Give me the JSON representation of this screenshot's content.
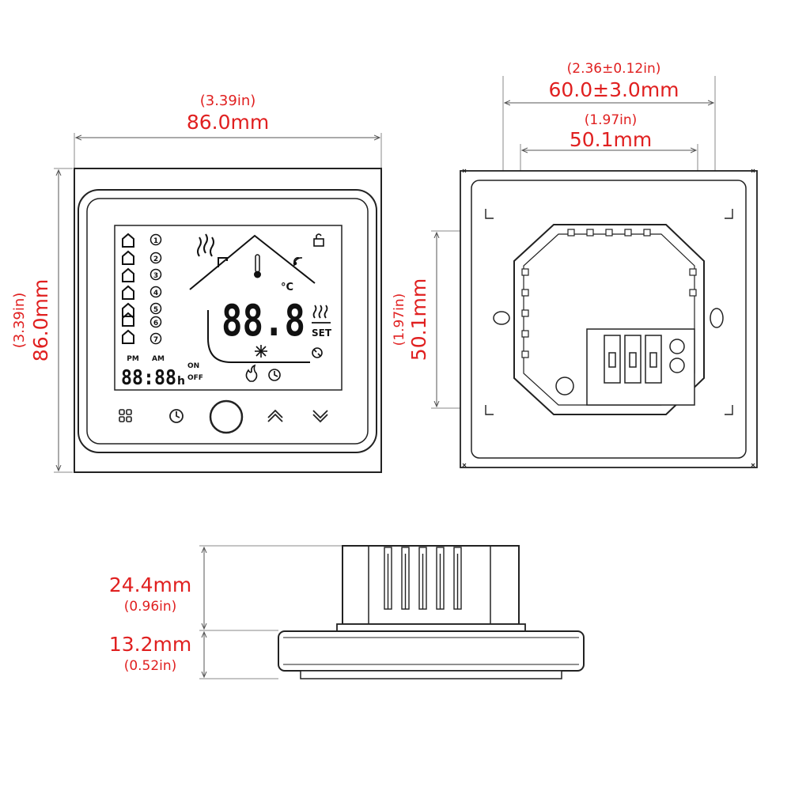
{
  "front": {
    "width_in": "(3.39in)",
    "width_mm": "86.0mm",
    "height_in": "(3.39in)",
    "height_mm": "86.0mm",
    "lcd": {
      "pm": "PM",
      "am": "AM",
      "on": "ON",
      "off": "OFF",
      "set": "SET",
      "unit": "°C",
      "hours_suffix": "h",
      "digits_time": "88:88",
      "digits_temp": "88.8",
      "programs": [
        "1",
        "2",
        "3",
        "4",
        "5",
        "6",
        "7"
      ]
    },
    "buttons": [
      "menu-icon",
      "clock-icon",
      "power-icon",
      "up-chevron-icon",
      "down-chevron-icon"
    ]
  },
  "back": {
    "outer_in": "(2.36±0.12in)",
    "outer_mm": "60.0±3.0mm",
    "inner_in": "(1.97in)",
    "inner_mm": "50.1mm",
    "height_in": "(1.97in)",
    "height_mm": "50.1mm"
  },
  "side": {
    "body_mm": "24.4mm",
    "body_in": "(0.96in)",
    "panel_mm": "13.2mm",
    "panel_in": "(0.52in)"
  }
}
